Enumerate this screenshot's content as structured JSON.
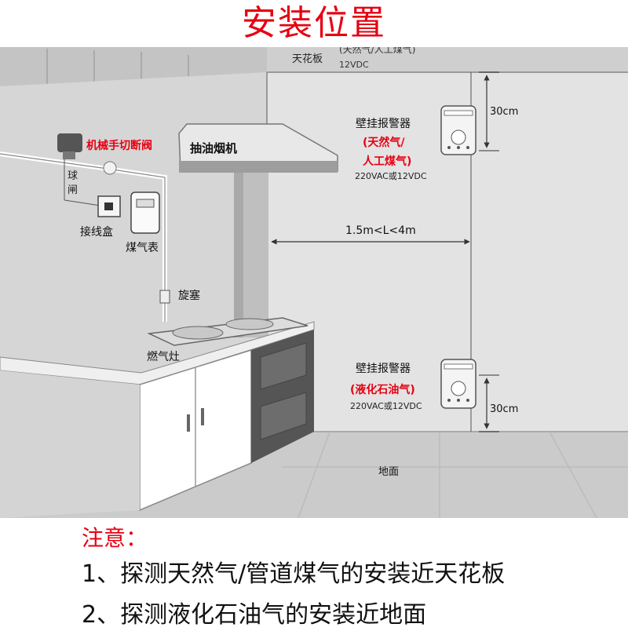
{
  "title": "安装位置",
  "ceiling": {
    "label": "天花板",
    "note": "(天然气/人工煤气)",
    "voltage": "12VDC"
  },
  "labels": {
    "valve": "机械手切断阀",
    "ball_valve": [
      "球",
      "闸"
    ],
    "junction_box": "接线盒",
    "gas_meter": "煤气表",
    "plug": "旋塞",
    "hood": "抽油烟机",
    "stove": "燃气灶",
    "floor": "地面",
    "distance": "1.5m<L<4m"
  },
  "alarm_top": {
    "title": "壁挂报警器",
    "gas_line1": "(天然气/",
    "gas_line2": "人工煤气)",
    "voltage": "220VAC或12VDC",
    "offset": "30cm"
  },
  "alarm_bottom": {
    "title": "壁挂报警器",
    "gas": "(液化石油气)",
    "voltage": "220VAC或12VDC",
    "offset": "30cm"
  },
  "notes": {
    "heading": "注意：",
    "items": [
      "1、探测天然气/管道煤气的安装近天花板",
      "2、探测液化石油气的安装近地面"
    ]
  },
  "colors": {
    "accent": "#e60012",
    "wall": "#dddddd",
    "floor": "#c9c9c9"
  }
}
